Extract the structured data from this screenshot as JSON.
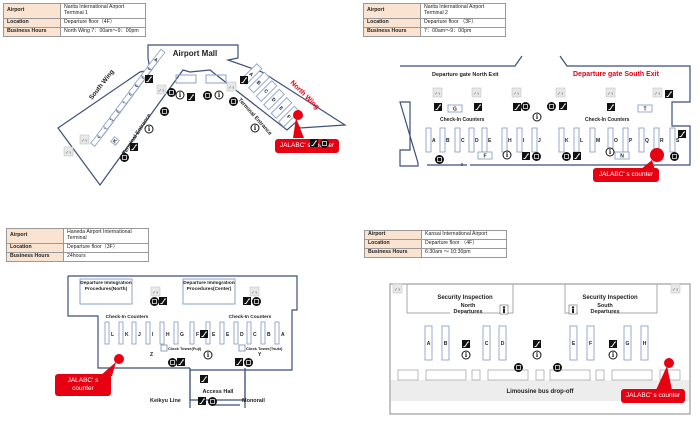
{
  "panels": [
    {
      "id": "narita-t1",
      "info": {
        "airport_label": "Airport",
        "airport": "Narita International Airport Terminal 1",
        "location_label": "Location",
        "location": "Departure floor（4F）",
        "hours_label": "Business Hours",
        "hours": "North Wing 7：00am～9：00pm"
      },
      "map": {
        "mall": "Airport Mall",
        "south_wing": "South Wing",
        "north_wing": "North Wing",
        "terminal_entrance": "Terminal Entrance",
        "south_counters": [
          "J",
          "I",
          "H",
          "G",
          "F",
          "E",
          "D",
          "C",
          "B",
          "A",
          "K"
        ],
        "north_counters": [
          "A",
          "B",
          "C",
          "D",
          "E",
          "F"
        ]
      },
      "callout": "JALABC' s counter"
    },
    {
      "id": "narita-t2",
      "info": {
        "airport_label": "Airport",
        "airport": "Narita International Airport Terminal 2",
        "location_label": "Location",
        "location": "Departure floor （3F）",
        "hours_label": "Business Hours",
        "hours": "7：00am～9：00pm"
      },
      "map": {
        "north_exit": "Departure gate North Exit",
        "south_exit": "Departure gate South Exit",
        "checkin": "Check-In Counters",
        "counters": [
          "A",
          "B",
          "C",
          "D",
          "E",
          "H",
          "I",
          "J",
          "K",
          "L",
          "M",
          "O",
          "P",
          "Q",
          "R",
          "S"
        ],
        "boxes": [
          "G",
          "T",
          "F",
          "N"
        ]
      },
      "callout": "JALABC' s counter"
    },
    {
      "id": "haneda",
      "info": {
        "airport_label": "Airport",
        "airport": "Haneda Airport International Terminal",
        "location_label": "Location",
        "location": "Departure floor（3F）",
        "hours_label": "Business Hours",
        "hours": "24hours"
      },
      "map": {
        "immig_north": "Departure Immigration Procedures(North)",
        "immig_center": "Departure Immigration Procedures(Center)",
        "checkin": "Check-In Counters",
        "counters": [
          "L",
          "K",
          "J",
          "I",
          "H",
          "G",
          "F",
          "E",
          "E",
          "D",
          "C",
          "B",
          "A"
        ],
        "z": "Z",
        "y": "Y",
        "clock_fuji": "Clock Tower(Fuji)",
        "clock_tsuki": "Clock Tower(Tsuki)",
        "access_hall": "Access Hall",
        "keikyu": "Keikyu Line",
        "monorail": "Monorail"
      },
      "callout": "JALABC' s counter"
    },
    {
      "id": "kansai",
      "info": {
        "airport_label": "Airport",
        "airport": "Kansai International Airport",
        "location_label": "Location",
        "location": "Departure floor （4F）",
        "hours_label": "Business Hours",
        "hours": "6:30am ～ 10:30pm"
      },
      "map": {
        "security": "Security Inspection",
        "north_dep": "North Departures",
        "south_dep": "South Departures",
        "counters": [
          "A",
          "B",
          "C",
          "D",
          "E",
          "F",
          "G",
          "H"
        ],
        "limousine": "Limousine bus drop-off"
      },
      "callout": "JALABC' s counter"
    }
  ],
  "colors": {
    "accent": "#e60012",
    "outline": "#3c4f7a",
    "counter": "#8ea2c8",
    "header_bg": "#fbe3d2"
  }
}
